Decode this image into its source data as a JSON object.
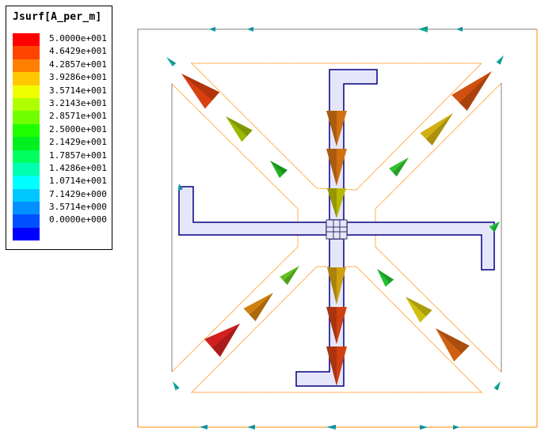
{
  "legend": {
    "title": "Jsurf[A_per_m]",
    "labels": [
      "5.0000e+001",
      "4.6429e+001",
      "4.2857e+001",
      "3.9286e+001",
      "3.5714e+001",
      "3.2143e+001",
      "2.8571e+001",
      "2.5000e+001",
      "2.1429e+001",
      "1.7857e+001",
      "1.4286e+001",
      "1.0714e+001",
      "7.1429e+000",
      "3.5714e+000",
      "0.0000e+000"
    ],
    "colors": [
      "#ff0000",
      "#ff4400",
      "#ff8000",
      "#ffc800",
      "#f0ff00",
      "#b0ff00",
      "#70ff00",
      "#20ff00",
      "#00f020",
      "#00ff60",
      "#00ffb0",
      "#00ffff",
      "#00c8ff",
      "#0090ff",
      "#0050ff",
      "#0000ff"
    ]
  },
  "colors": {
    "feed_fill": "#e6e6fa",
    "feed_stroke": "#000080",
    "outline_orange": "#ff8c00",
    "outline_gray": "#808080"
  }
}
